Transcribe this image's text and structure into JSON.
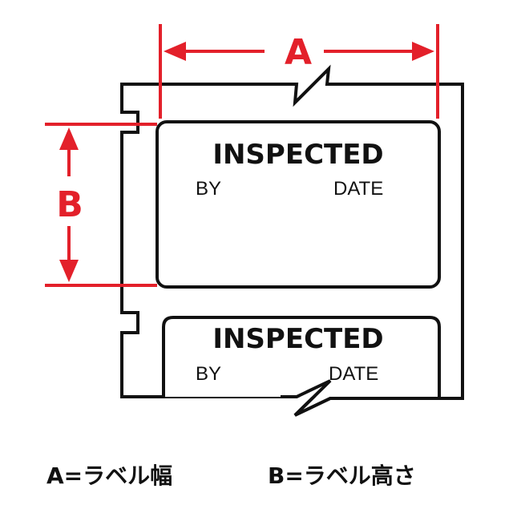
{
  "colors": {
    "dimension": "#e3202a",
    "outline": "#111111",
    "background": "#ffffff"
  },
  "dimensions": {
    "width_letter": "A",
    "height_letter": "B"
  },
  "labels": [
    {
      "title": "INSPECTED",
      "by": "BY",
      "date": "DATE"
    },
    {
      "title": "INSPECTED",
      "by": "BY",
      "date": "DATE"
    }
  ],
  "captions": {
    "a": "A=ラベル幅",
    "b": "B=ラベル高さ"
  }
}
